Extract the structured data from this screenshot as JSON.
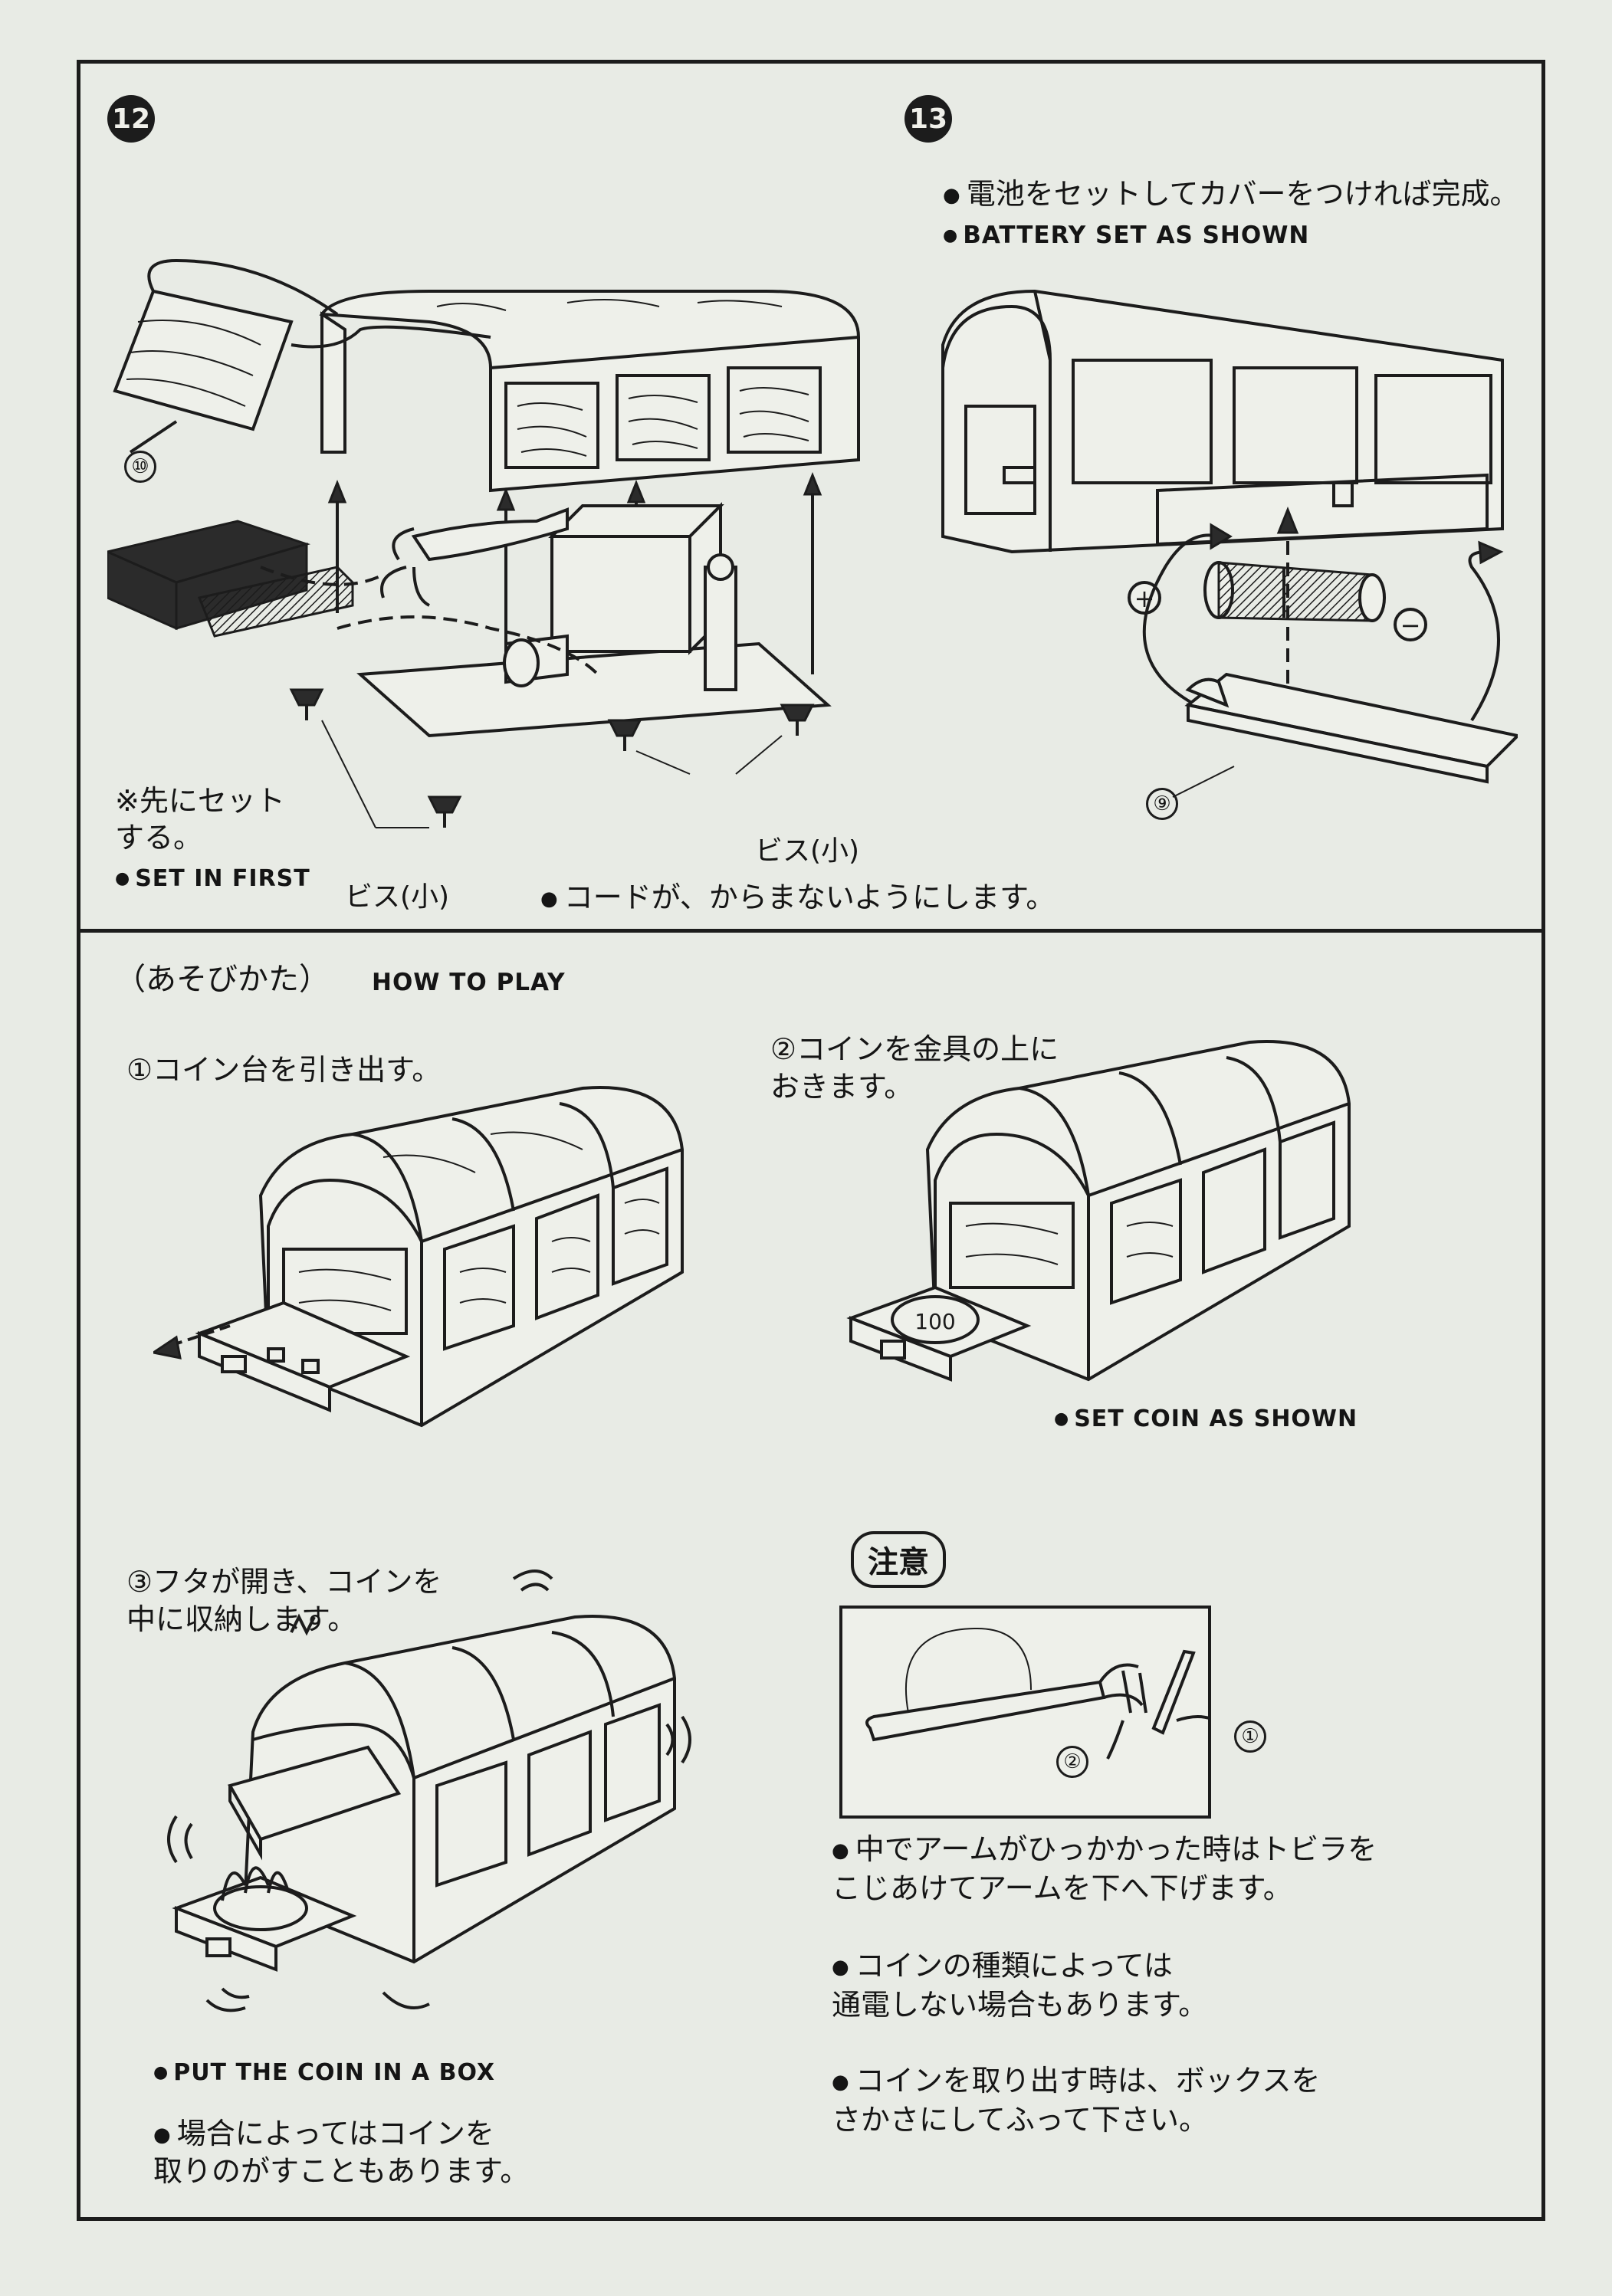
{
  "step12": {
    "number": "12",
    "part_label": "⑩",
    "note_jp": "※先にセット\nする。",
    "set_in_first": "SET IN FIRST",
    "screw_left": "ビス(小)",
    "screw_right": "ビス(小)",
    "cord_note": "コードが、からまないようにします。"
  },
  "step13": {
    "number": "13",
    "note_jp": "電池をセットしてカバーをつければ完成。",
    "note_en": "BATTERY SET AS SHOWN",
    "part_label": "⑨",
    "plus": "+",
    "minus": "−"
  },
  "how_to_play": {
    "title_jp": "（あそびかた）",
    "title_en": "HOW TO PLAY",
    "step1": "①コイン台を引き出す。",
    "step2": "②コインを金具の上に\nおきます。",
    "step2_coin": "100",
    "step2_en": "SET COIN AS SHOWN",
    "step3": "③フタが開き、コインを\n中に収納します。",
    "step3_en": "PUT THE COIN IN A BOX",
    "step3_note": "場合によってはコインを\n取りのがすこともあります。"
  },
  "caution": {
    "badge": "注意",
    "label1": "①",
    "label2": "②",
    "note1": "中でアームがひっかかった時はトビラを\nこじあけてアームを下へ下げます。",
    "note2": "コインの種類によっては\n通電しない場合もあります。",
    "note3": "コインを取り出す時は、ボックスを\nさかさにしてふって下さい。"
  }
}
